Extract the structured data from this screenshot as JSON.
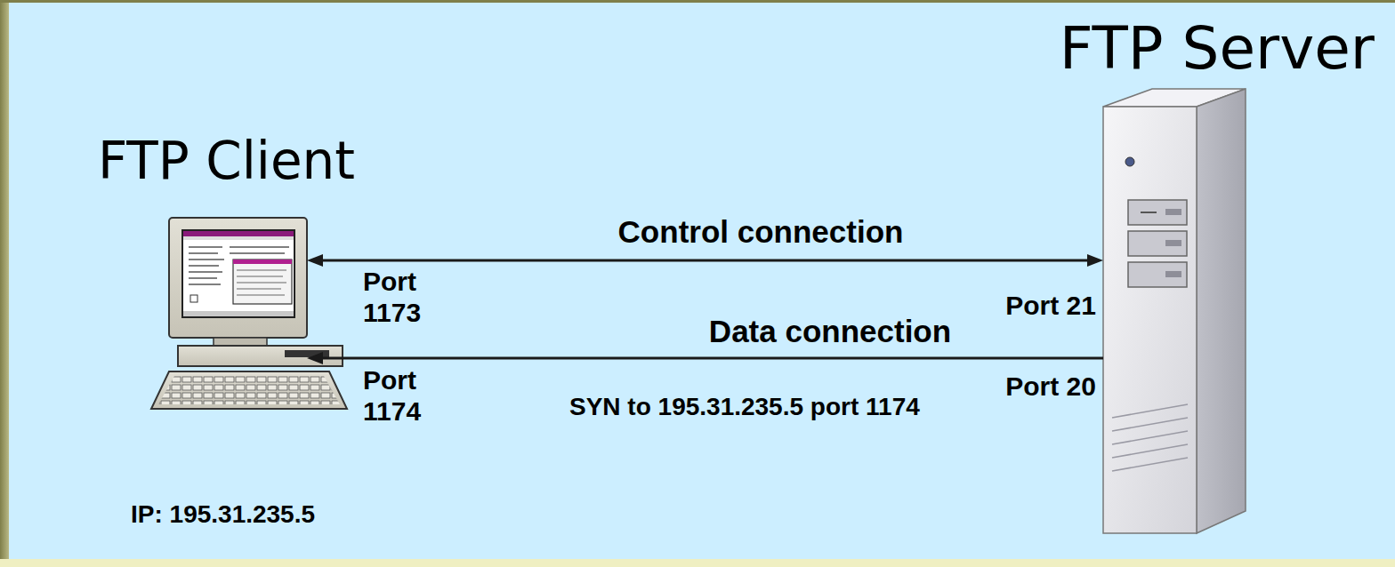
{
  "diagram": {
    "nodes": [
      {
        "text": [
          "FTP Client",
          "IP: 195.31.235.5"
        ]
      },
      {
        "text": [
          "FTP Server"
        ]
      }
    ],
    "edges": [
      {
        "from": 0,
        "to": 1,
        "arrow": "both",
        "label": "Control connection"
      },
      {
        "from": 1,
        "to": 0,
        "arrow": "to",
        "label": "Data connection"
      }
    ],
    "labels": [
      "Port 1173",
      "Port 1174",
      "Port 21",
      "Port 20",
      "SYN to 195.31.235.5 port 1174"
    ]
  }
}
